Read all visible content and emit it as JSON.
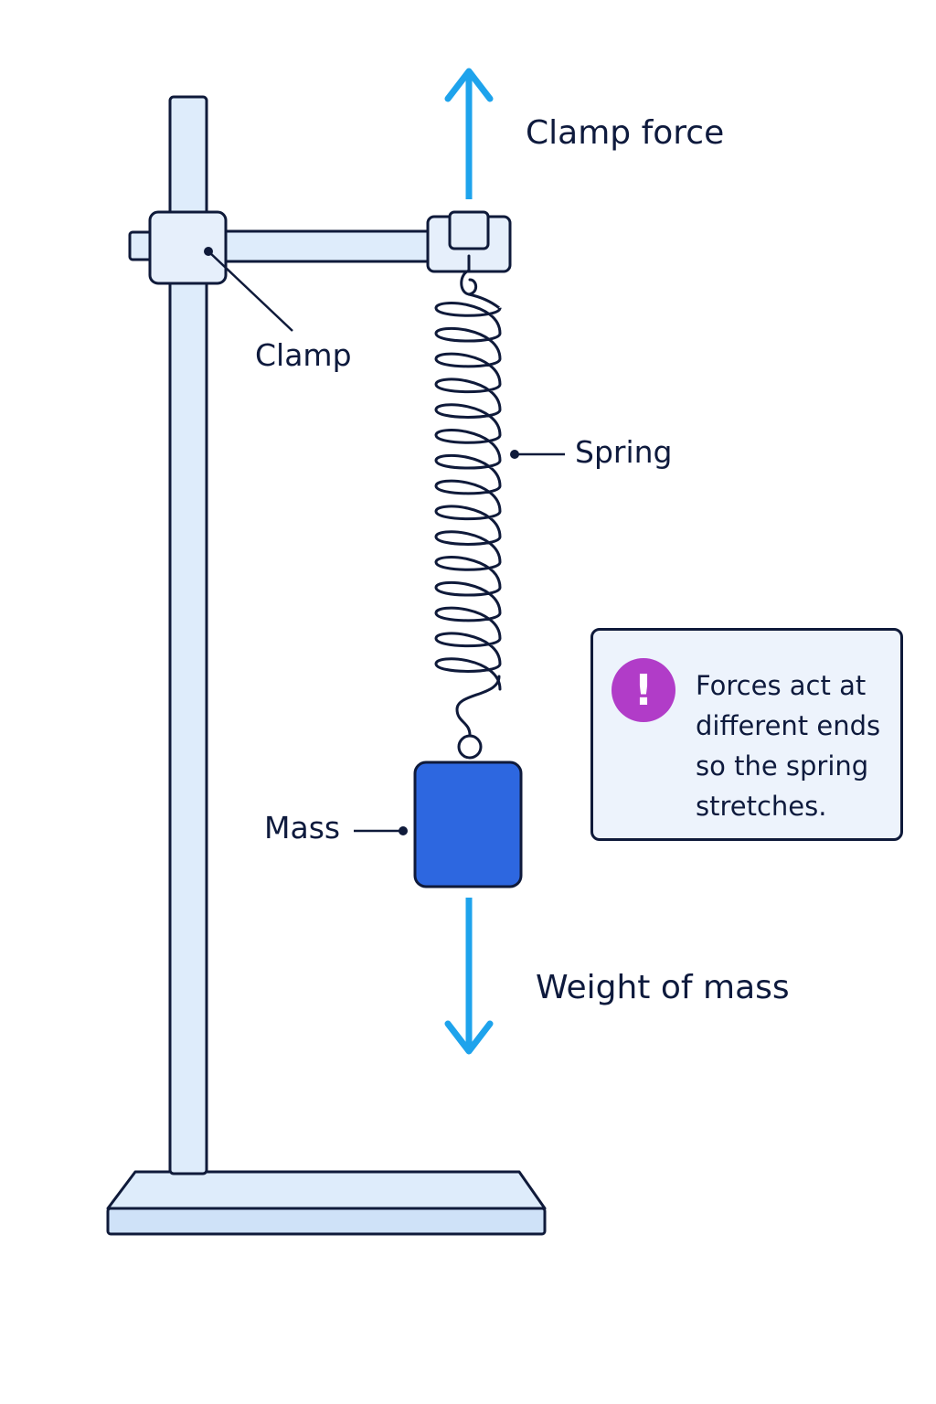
{
  "labels": {
    "clamp_force": "Clamp force",
    "clamp": "Clamp",
    "spring": "Spring",
    "mass": "Mass",
    "weight_of_mass": "Weight of mass"
  },
  "note": {
    "icon": "exclamation-icon",
    "icon_glyph": "!",
    "text": "Forces act at different ends so the spring stretches."
  },
  "colors": {
    "arrow": "#1ea3ec",
    "mass": "#2d67e0",
    "stand_fill": "#deecfb",
    "outline": "#0f1a3a",
    "note_icon": "#b13cc8",
    "note_bg": "#edf3fc"
  }
}
